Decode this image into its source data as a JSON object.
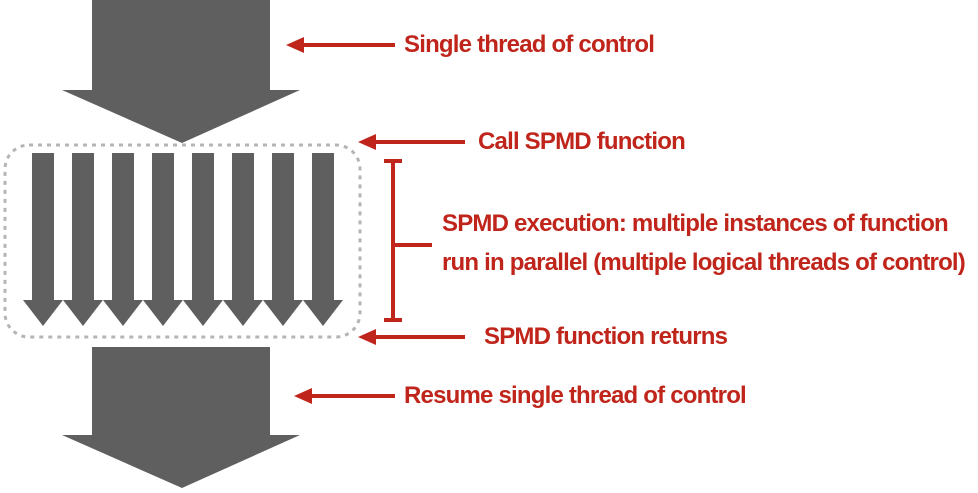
{
  "colors": {
    "arrow_gray": "#5f5f5f",
    "accent_red": "#c0251b",
    "dotted_border": "#b5b5b5"
  },
  "labels": {
    "single_thread": "Single thread of control",
    "call_spmd": "Call SPMD function",
    "execution_line1": "SPMD execution: multiple instances of function",
    "execution_line2": "run in parallel (multiple logical threads of control)",
    "returns": "SPMD function returns",
    "resume": "Resume single thread of control"
  },
  "parallel_instance_count": 8
}
